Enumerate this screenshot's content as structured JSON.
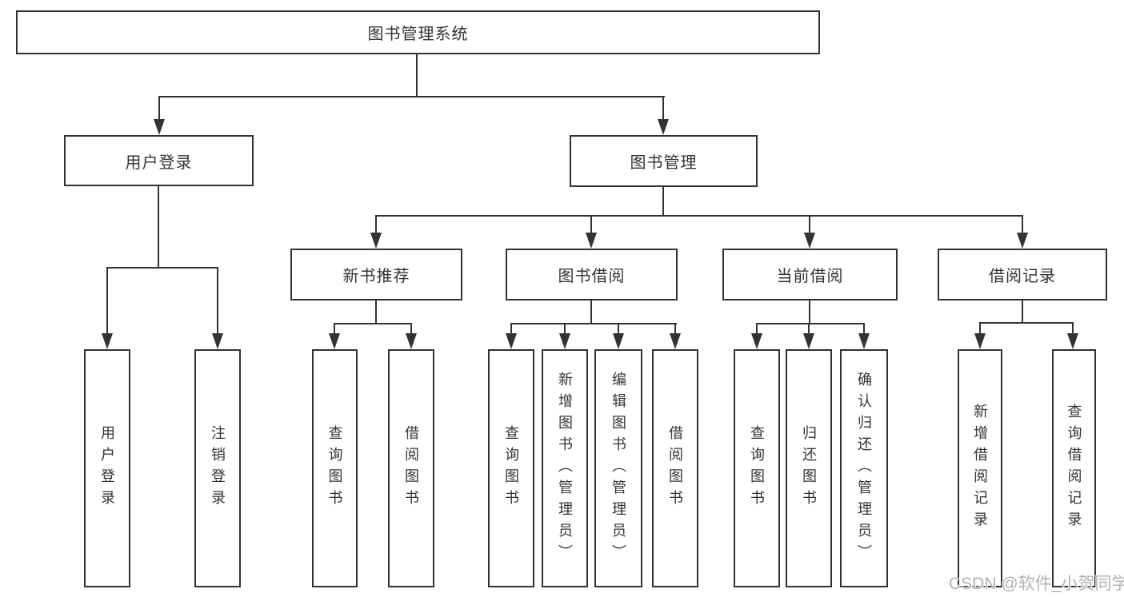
{
  "diagram": {
    "root": "图书管理系统",
    "level1": {
      "left": "用户登录",
      "right": "图书管理"
    },
    "level2": [
      "新书推荐",
      "图书借阅",
      "当前借阅",
      "借阅记录"
    ],
    "leaves": {
      "login": [
        "用户登录",
        "注销登录"
      ],
      "newbook": [
        "查询图书",
        "借阅图书"
      ],
      "borrow": [
        "查询图书",
        "新增图书（管理员）",
        "编辑图书（管理员）",
        "借阅图书"
      ],
      "current": [
        "查询图书",
        "归还图书",
        "确认归还（管理员）"
      ],
      "records": [
        "新增借阅记录",
        "查询借阅记录"
      ]
    }
  },
  "watermark": {
    "text": "CSDN @软件_小贺同学"
  },
  "colors": {
    "line": "#333333",
    "text": "#333333",
    "watermark": "#b2b2b2",
    "background": "#ffffff"
  }
}
